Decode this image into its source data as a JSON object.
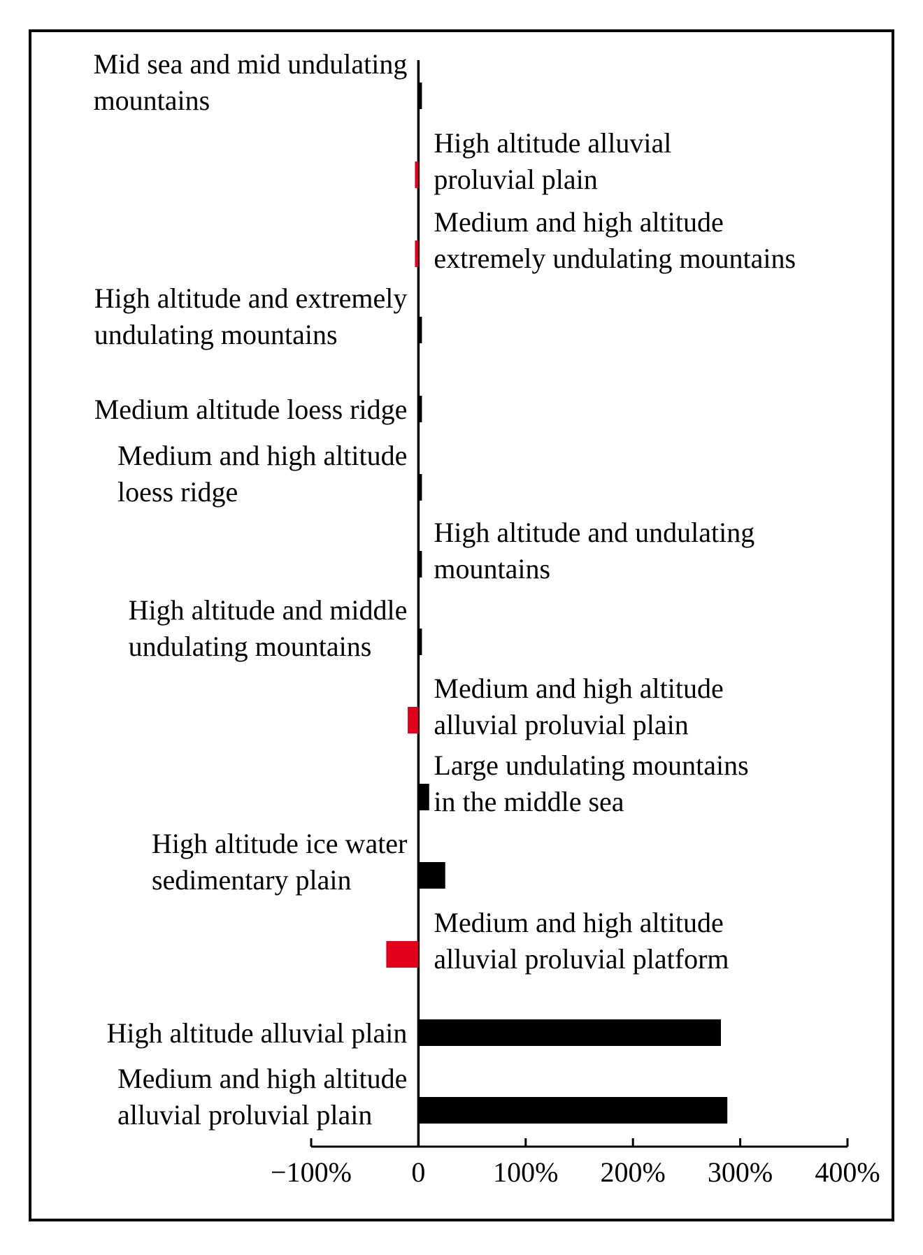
{
  "chart_data": {
    "type": "bar",
    "orientation": "horizontal",
    "xlim": [
      -100,
      400
    ],
    "x_ticks": [
      "−100%",
      "0",
      "100%",
      "200%",
      "300%",
      "400%"
    ],
    "x_tick_values": [
      -100,
      0,
      100,
      200,
      300,
      400
    ],
    "colors": {
      "positive": "#000000",
      "negative": "#e2001a",
      "frame": "#000000"
    },
    "bars": [
      {
        "label": [
          "Mid sea and mid undulating",
          " mountains"
        ],
        "side": "left",
        "value": 1.5
      },
      {
        "label": [
          "High altitude alluvial",
          "proluvial plain"
        ],
        "side": "right",
        "value": -2
      },
      {
        "label": [
          "Medium and high altitude",
          "extremely undulating mountains"
        ],
        "side": "right",
        "value": -2
      },
      {
        "label": [
          "High altitude and extremely",
          "undulating mountains"
        ],
        "side": "left",
        "value": 1.5
      },
      {
        "label": [
          "Medium altitude loess ridge"
        ],
        "side": "left",
        "value": 1.5
      },
      {
        "label": [
          "Medium and high altitude",
          "loess ridge"
        ],
        "side": "left",
        "value": 3
      },
      {
        "label": [
          "High altitude and undulating",
          "mountains"
        ],
        "side": "right",
        "value": 3
      },
      {
        "label": [
          "High altitude and middle",
          "undulating mountains"
        ],
        "side": "left",
        "value": 3
      },
      {
        "label": [
          "Medium and high altitude",
          " alluvial proluvial plain"
        ],
        "side": "right",
        "value": -10
      },
      {
        "label": [
          "Large undulating mountains",
          "in the middle sea"
        ],
        "side": "right",
        "value": 10
      },
      {
        "label": [
          "High altitude ice water",
          "sedimentary plain"
        ],
        "side": "left",
        "value": 25
      },
      {
        "label": [
          "Medium and high altitude",
          "alluvial proluvial platform"
        ],
        "side": "right",
        "value": -30
      },
      {
        "label": [
          "High altitude alluvial plain"
        ],
        "side": "left",
        "value": 282
      },
      {
        "label": [
          "Medium and high altitude",
          "alluvial proluvial plain"
        ],
        "side": "left",
        "value": 288
      }
    ]
  }
}
